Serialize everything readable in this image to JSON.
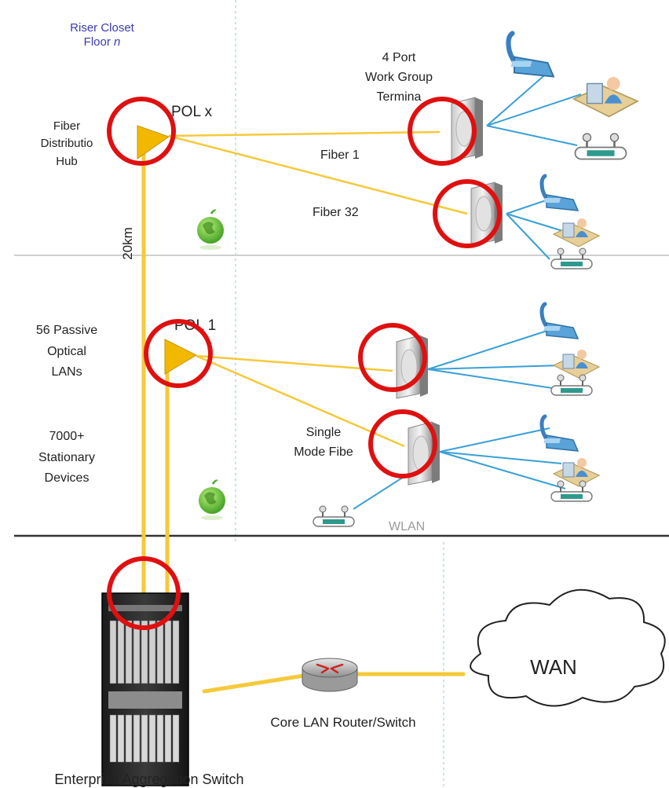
{
  "riser_closet": {
    "line1": "Riser Closet",
    "line2": "Floor ",
    "line2_italic": "n"
  },
  "fiber_distribution_hub": {
    "line1": "Fiber",
    "line2": "Distributio",
    "line3": "Hub"
  },
  "pol_x": "POL x",
  "pol_1": "POL 1",
  "work_group_terminal": {
    "line1": "4 Port",
    "line2": "Work Group",
    "line3": "Termina"
  },
  "fiber_1": "Fiber 1",
  "fiber_32": "Fiber  32",
  "distance": "20km",
  "passive_lans": {
    "line1": "56 Passive",
    "line2": "Optical",
    "line3": "LANs"
  },
  "stationary_devices": {
    "line1": "7000+",
    "line2": "Stationary",
    "line3": "Devices"
  },
  "single_mode_fiber": {
    "line1": "Single",
    "line2": "Mode Fibe"
  },
  "wlan": "WLAN",
  "wan": "WAN",
  "core_router": "Core LAN Router/Switch",
  "aggregation_switch": "Enterprise Aggregation Switch",
  "colors": {
    "fiber": "#f5c93a",
    "splitter": "#f2b800",
    "ethernet": "#3a9fd6",
    "highlight_circle": "#e01010",
    "floor_line": "#cfcfcf",
    "ground_line": "#333333",
    "dotted_divider": "#9fd0e0"
  },
  "icons": [
    "splitter-icon",
    "onu-terminal-icon",
    "ip-phone-icon",
    "pc-user-icon",
    "wireless-ap-icon",
    "green-globe-icon",
    "router-icon",
    "cloud-icon",
    "chassis-switch-icon"
  ]
}
